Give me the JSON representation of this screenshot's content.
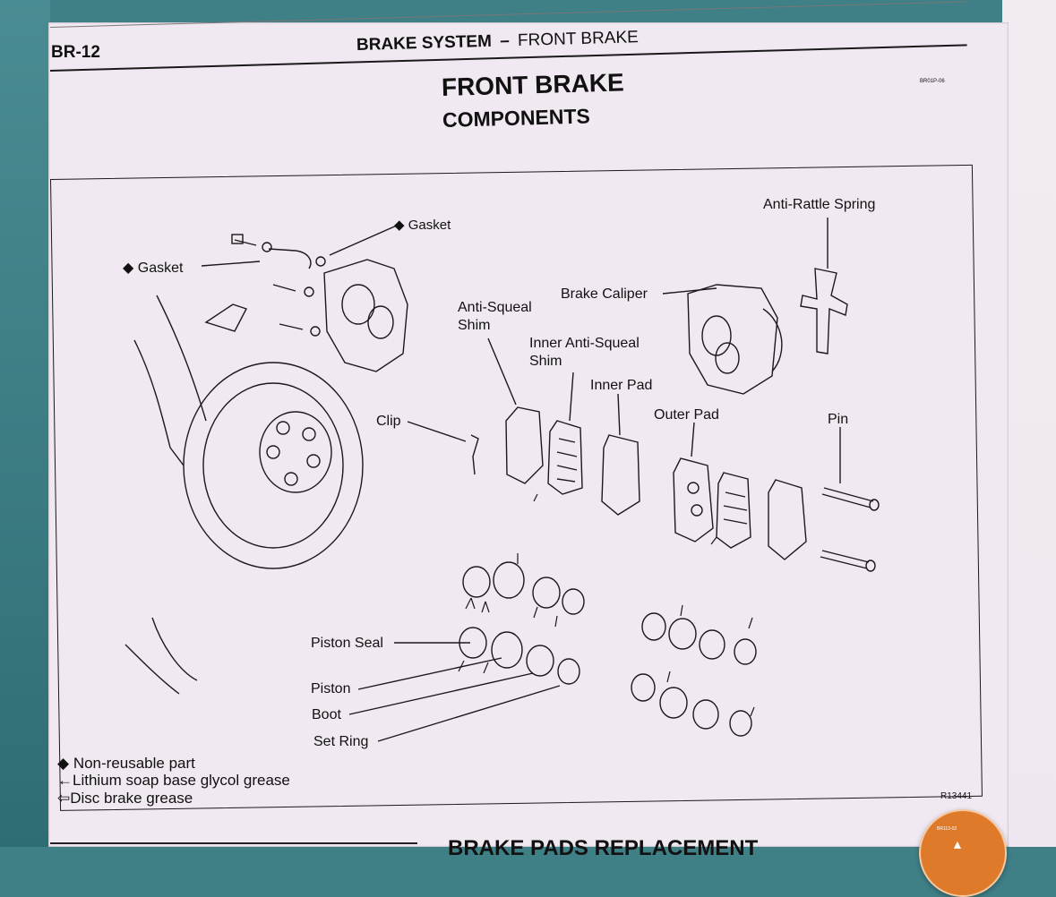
{
  "page": {
    "number": "BR-12",
    "section": "BRAKE SYSTEM",
    "dash": "–",
    "subsection": "FRONT BRAKE",
    "figure_code_top": "BR01P-06"
  },
  "heading": {
    "title": "FRONT BRAKE",
    "subtitle": "COMPONENTS"
  },
  "labels": {
    "gasket_top": "Gasket",
    "gasket_left": "Gasket",
    "anti_rattle_spring": "Anti-Rattle Spring",
    "brake_caliper": "Brake Caliper",
    "anti_squeal_shim": "Anti-Squeal\nShim",
    "anti_squeal_shim_l1": "Anti-Squeal",
    "anti_squeal_shim_l2": "Shim",
    "inner_anti_squeal_l1": "Inner Anti-Squeal",
    "inner_anti_squeal_l2": "Shim",
    "inner_pad": "Inner Pad",
    "outer_pad": "Outer Pad",
    "pin": "Pin",
    "clip": "Clip",
    "piston_seal": "Piston Seal",
    "piston": "Piston",
    "boot": "Boot",
    "set_ring": "Set Ring"
  },
  "legend": {
    "diamond": "◆",
    "non_reusable": "Non-reusable part",
    "arrow_solid": "←",
    "lithium": "Lithium soap base glycol grease",
    "arrow_hollow": "⇦",
    "disc_grease": "Disc brake grease"
  },
  "figure_code_bottom": "R13441",
  "next_heading": "BRAKE PADS REPLACEMENT",
  "badge": {
    "label": "BR113-02",
    "icon": "home-arrow-icon"
  },
  "colors": {
    "paper": "#f1e9f1",
    "ink": "#111111",
    "backdrop": "#3f7f86",
    "badge": "#e07a2b"
  }
}
